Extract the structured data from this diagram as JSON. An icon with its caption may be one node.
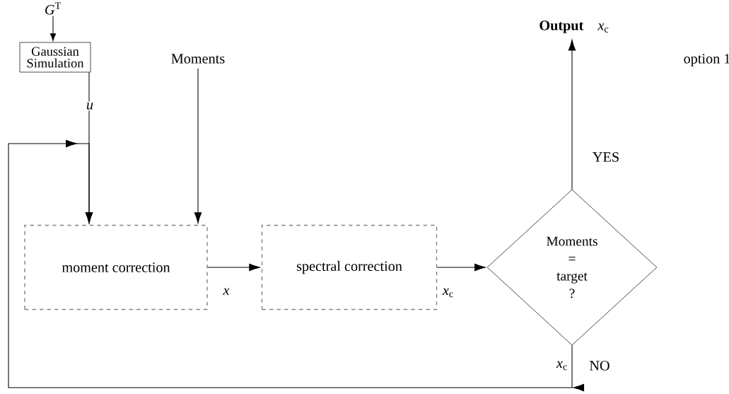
{
  "diagram": {
    "nodes": [
      {
        "text": [
          "*G*$^{T}$"
        ]
      },
      {
        "text": [
          "Gaussian Simulation"
        ]
      },
      {
        "text": [
          "Moments"
        ]
      },
      {
        "text": [
          "moment correction"
        ]
      },
      {
        "text": [
          "spectral correction"
        ]
      },
      {
        "text": [
          "Moments",
          "=",
          "target",
          "?"
        ]
      },
      {
        "text": [
          "Output",
          "*x*$_{c}$"
        ]
      }
    ],
    "edges": [
      {
        "from": 0,
        "to": 1,
        "arrow": "to"
      },
      {
        "from": 1,
        "to": 3,
        "arrow": "to",
        "label": "*u*"
      },
      {
        "from": 2,
        "to": 3,
        "arrow": "to"
      },
      {
        "from": 3,
        "to": 4,
        "arrow": "to",
        "label": "*x*"
      },
      {
        "from": 4,
        "to": 5,
        "arrow": "to",
        "label": "*x*$_{c}$"
      },
      {
        "from": 5,
        "to": 6,
        "arrow": "to",
        "label": "YES"
      },
      {
        "from": 5,
        "to": 3,
        "arrow": "to",
        "label": "NO"
      }
    ],
    "labels": [
      "option 1",
      "*x*$_{c}$"
    ]
  }
}
